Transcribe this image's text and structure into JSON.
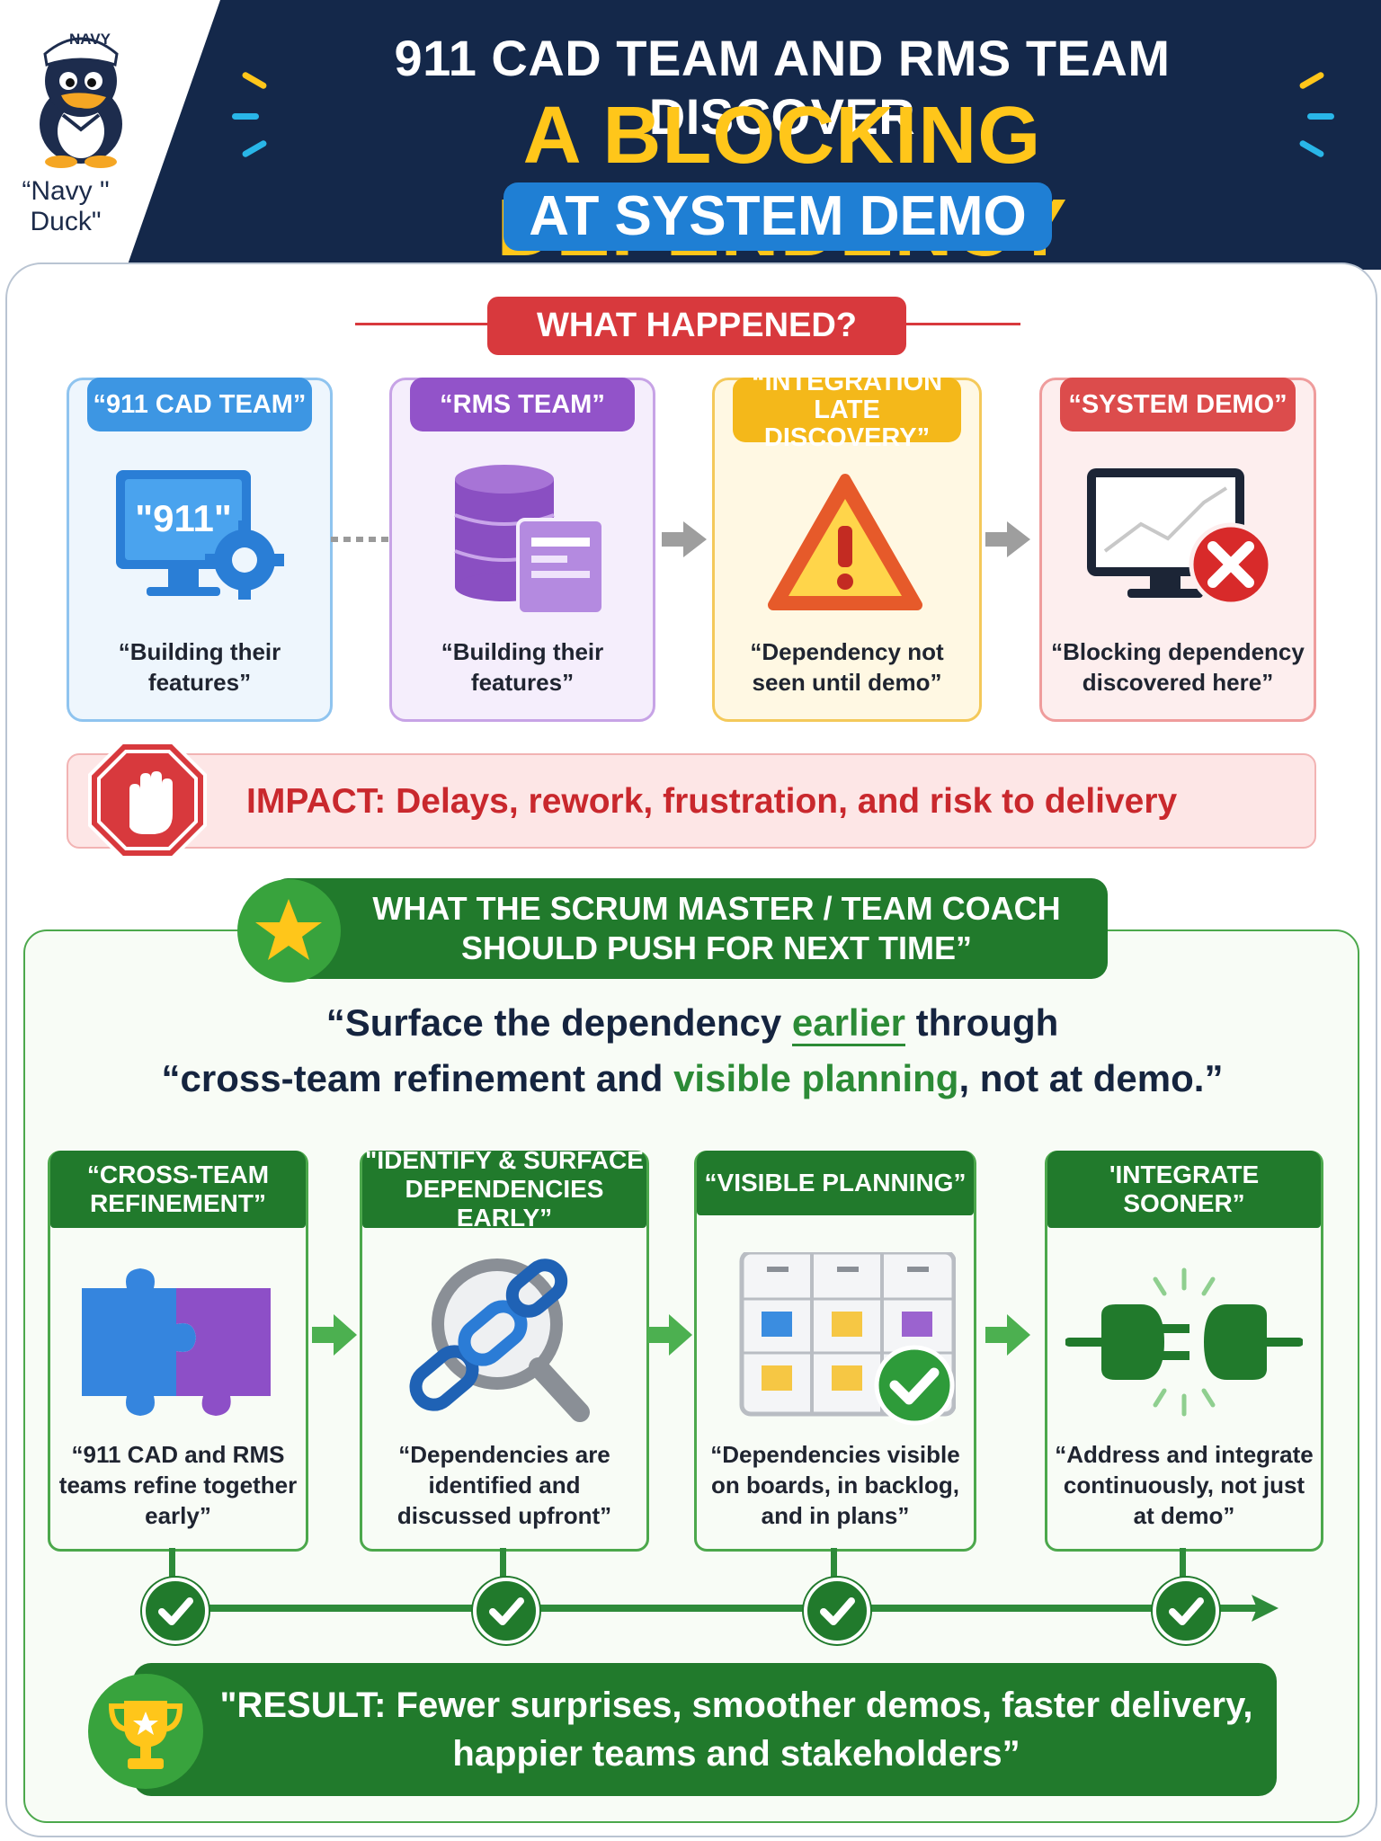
{
  "header": {
    "mascot_cap": "NAVY",
    "mascot_name": "“Navy \" Duck\"",
    "title_line1": "911 CAD TEAM AND RMS TEAM DISCOVER",
    "title_line2": "A BLOCKING DEPENDENCY",
    "title_line3": "AT SYSTEM DEMO"
  },
  "what_happened": {
    "label": "WHAT HAPPENED?",
    "cards": [
      {
        "title": "“911 CAD TEAM”",
        "screen_text": "\"911\"",
        "caption": "“Building their features”",
        "color": "#2e8fe0",
        "icon": "computer-gear-icon"
      },
      {
        "title": "“RMS TEAM”",
        "caption": "“Building their features”",
        "color": "#9253c9",
        "icon": "database-icon"
      },
      {
        "title": "“INTEGRATION LATE DISCOVERY”",
        "caption": "“Dependency not seen until demo”",
        "color": "#f4b81a",
        "icon": "warning-icon"
      },
      {
        "title": "“SYSTEM DEMO”",
        "caption": "“Blocking dependency discovered here”",
        "color": "#dc4c4c",
        "icon": "monitor-error-icon"
      }
    ]
  },
  "impact": {
    "text": "IMPACT: Delays, rework, frustration, and risk to delivery"
  },
  "coach": {
    "banner_line1": "WHAT THE SCRUM MASTER / TEAM COACH",
    "banner_line2": "SHOULD PUSH FOR NEXT TIME”",
    "quote_a": "“Surface the dependency ",
    "quote_b": "earlier",
    "quote_c": " through",
    "quote_d": "“cross-team refinement and ",
    "quote_e": "visible planning",
    "quote_f": ", not at demo.”",
    "cards": [
      {
        "title": "“CROSS-TEAM REFINEMENT”",
        "caption": "“911 CAD and RMS teams refine together early”",
        "icon": "puzzle-icon"
      },
      {
        "title": "\"IDENTIFY & SURFACE DEPENDENCIES EARLY”",
        "caption": "“Dependencies are identified and discussed upfront”",
        "icon": "magnifier-chain-icon"
      },
      {
        "title": "“VISIBLE PLANNING”",
        "caption": "“Dependencies visible on boards, in backlog, and in plans”",
        "icon": "kanban-board-icon"
      },
      {
        "title": "'INTEGRATE SOONER”",
        "caption": "“Address and integrate continuously, not just at demo”",
        "icon": "plug-connect-icon"
      }
    ]
  },
  "result": {
    "line1": "\"RESULT: Fewer surprises, smoother demos, faster delivery,",
    "line2": "happier teams and stakeholders”"
  },
  "colors": {
    "navy": "#14284a",
    "yellow": "#ffc61a",
    "blue": "#1f7fd4",
    "red": "#d8393d",
    "green": "#217a2c"
  }
}
